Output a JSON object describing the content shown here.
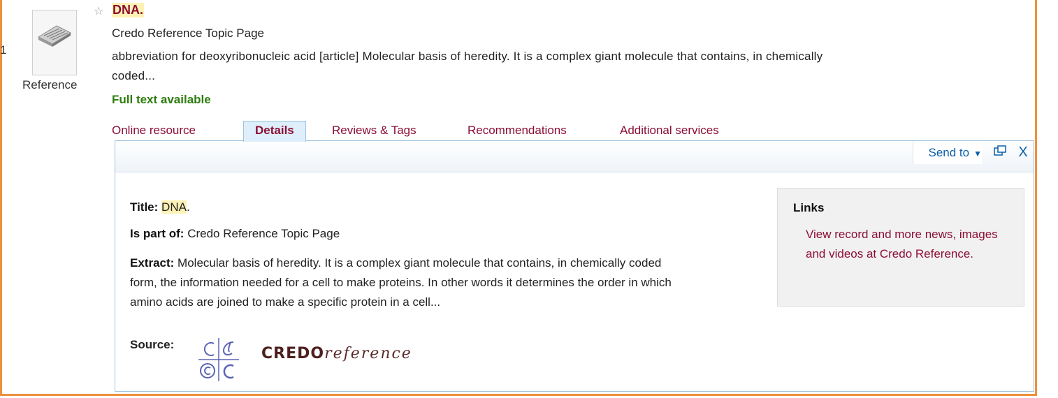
{
  "result": {
    "number": "1",
    "type_label": "Reference",
    "title": "DNA.",
    "topic": "Credo Reference Topic Page",
    "snippet": "abbreviation for deoxyribonucleic acid [article] Molecular basis of heredity. It is a complex giant molecule that contains, in chemically coded...",
    "fulltext": "Full text available"
  },
  "tabs": [
    {
      "label": "Online resource"
    },
    {
      "label": "Details"
    },
    {
      "label": "Reviews & Tags"
    },
    {
      "label": "Recommendations"
    },
    {
      "label": "Additional services"
    }
  ],
  "toolbar": {
    "send_to": "Send to",
    "close": "X"
  },
  "details": {
    "title_label": "Title:",
    "title_value": "DNA",
    "title_suffix": ".",
    "partof_label": "Is part of:",
    "partof_value": "Credo Reference Topic Page",
    "extract_label": "Extract:",
    "extract_value": "Molecular basis of heredity. It is a complex giant molecule that contains, in chemically coded form, the information needed for a cell to make proteins. In other words it determines the order in which amino acids are joined to make a specific protein in a cell...",
    "source_label": "Source:"
  },
  "links": {
    "title": "Links",
    "link_text": "View record and more news, images and videos at Credo Reference."
  },
  "source_logo": {
    "brand_bold": "CREDO",
    "brand_italic": "reference"
  },
  "colors": {
    "frame": "#ef8f3c",
    "title": "#8b0e35",
    "highlight": "#fdf2b5",
    "fulltext": "#2f7d10",
    "tab_active_bg": "#dfeefb",
    "toolbar_link": "#0b5fa8"
  }
}
